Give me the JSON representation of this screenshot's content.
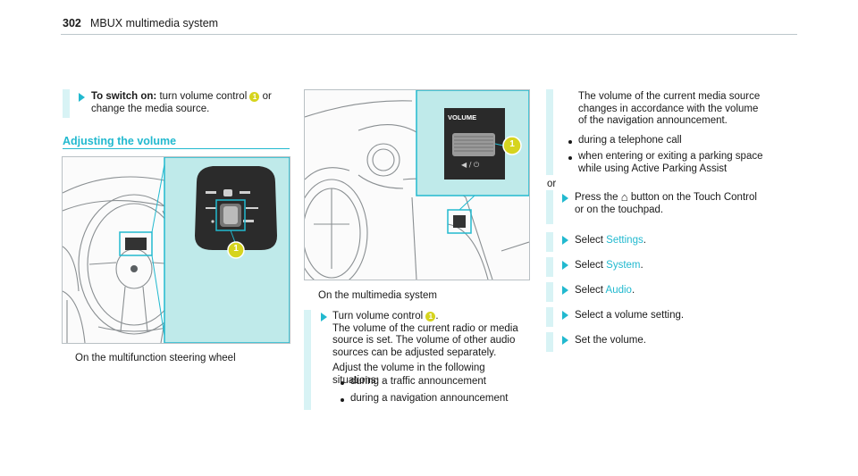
{
  "header": {
    "page_number": "302",
    "title": "MBUX multimedia system"
  },
  "left": {
    "step1": {
      "bold": "To switch on:",
      "rest": " turn volume control ",
      "after": " or change the media source."
    },
    "section_title": "Adjusting the volume",
    "figure_caption": "On the multifunction steering wheel",
    "figure_callout": "1"
  },
  "middle": {
    "figure_label": "VOLUME",
    "figure_callout": "1",
    "figure_caption": "On the multimedia system",
    "step": {
      "line1_a": "Turn volume control ",
      "line1_b": ".",
      "line2": "The volume of the current radio or media",
      "line3": "source is set. The volume of other audio",
      "line4": "sources can be adjusted separately.",
      "line5": "Adjust the volume in the following situations:",
      "bullet1": "during a traffic announcement",
      "bullet2": "during a navigation announcement"
    }
  },
  "right": {
    "cont1": "The volume of the current media source",
    "cont2": "changes in accordance with the volume",
    "cont3": "of the navigation announcement.",
    "bullet3": "during a telephone call",
    "bullet4a": "when entering or exiting a parking space",
    "bullet4b": "while using Active Parking Assist",
    "or": "or",
    "press_a": "Press the ",
    "press_b": " button on the Touch Control",
    "press_c": "or on the touchpad.",
    "home_icon": "home-icon",
    "select": "Select ",
    "settings": "Settings",
    "system": "System",
    "audio": "Audio",
    "period": ".",
    "select_vol": "Select a volume setting.",
    "set_vol": "Set the volume."
  },
  "colors": {
    "accent": "#22b9cf",
    "callout": "#d6d41e",
    "panel": "#bfeaea"
  }
}
